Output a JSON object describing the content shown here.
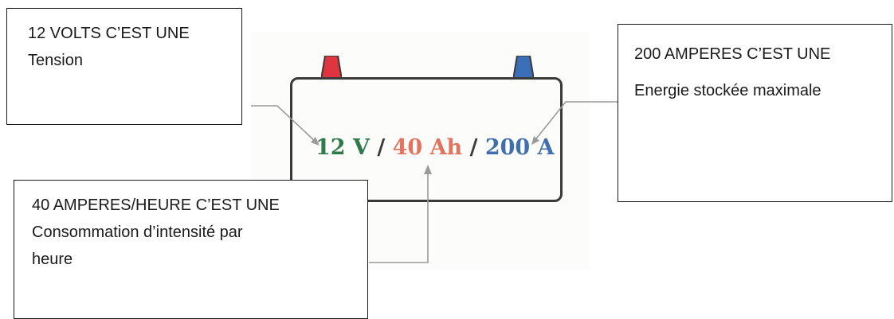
{
  "colors": {
    "volts": "#2f7a4b",
    "amp_hours": "#e2735f",
    "amperes": "#3f6fae",
    "terminal_positive": "#e0343f",
    "terminal_negative": "#3a6fb8",
    "arrow": "#9a9a9a"
  },
  "battery": {
    "voltage": "12 V",
    "separator": "/",
    "capacity": "40 Ah",
    "current": "200 A"
  },
  "callouts": {
    "volts": {
      "line1": "12 VOLTS C’EST UNE",
      "line2": "Tension"
    },
    "amperes": {
      "line1": "200 AMPERES C’EST UNE",
      "line2": "Energie stockée maximale"
    },
    "amp_hours": {
      "line1": "40 AMPERES/HEURE C’EST UNE",
      "line2": "Consommation d’intensité par",
      "line3": "heure"
    }
  }
}
